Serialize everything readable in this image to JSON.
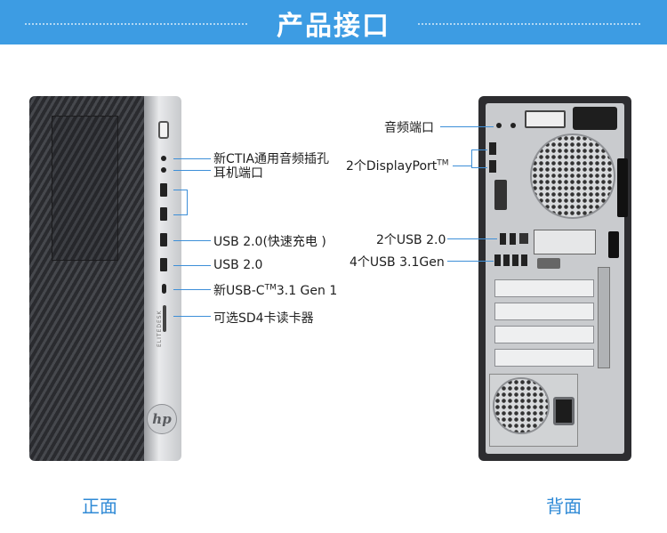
{
  "header": {
    "title": "产品接口",
    "bg_color": "#3d9ce3"
  },
  "front_labels": {
    "audio_combo": "新CTIA通用音频插孔",
    "headphone": "耳机端口",
    "usb_fast_charge": "USB 2.0(快速充电 )",
    "usb2": "USB 2.0",
    "usb_c_prefix": "新USB-C",
    "usb_c_tm": "TM",
    "usb_c_suffix": "3.1 Gen 1",
    "sd_reader": "可选SD4卡读卡器"
  },
  "back_labels": {
    "audio": "音频端口",
    "displayport_prefix": "2个DisplayPort",
    "displayport_tm": "TM",
    "usb2_back": "2个USB 2.0",
    "usb31_back": "4个USB 3.1Gen"
  },
  "device": {
    "brand_logo": "hp",
    "model_text": "ELITEDESK"
  },
  "captions": {
    "front": "正面",
    "back": "背面"
  },
  "accent_color": "#3d8fd8"
}
